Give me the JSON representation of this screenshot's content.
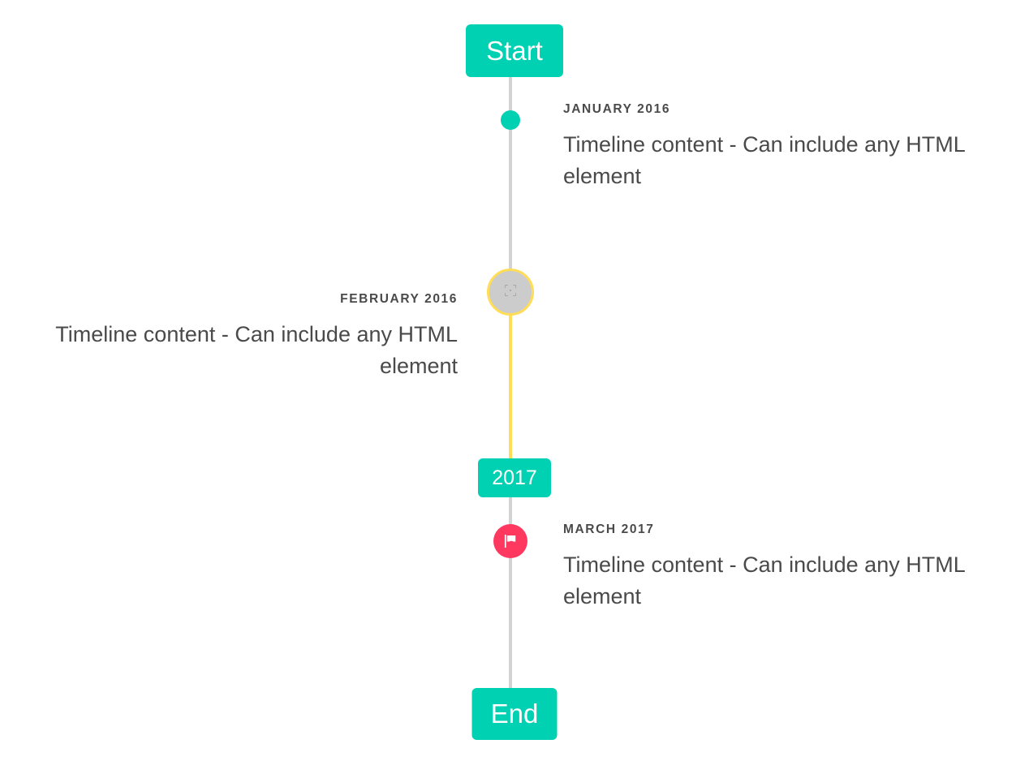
{
  "timeline": {
    "header_badge": {
      "label": "Start"
    },
    "mid_badge": {
      "label": "2017"
    },
    "footer_badge": {
      "label": "End"
    },
    "items": [
      {
        "heading": "JANUARY 2016",
        "body": "Timeline content - Can include any HTML element",
        "side": "right",
        "marker": "dot",
        "marker_color": "#00d1b2"
      },
      {
        "heading": "FEBRUARY 2016",
        "body": "Timeline content - Can include any HTML element",
        "side": "left",
        "marker": "broken-image",
        "marker_color": "#ffdd57"
      },
      {
        "heading": "MARCH 2017",
        "body": "Timeline content - Can include any HTML element",
        "side": "right",
        "marker": "flag-icon",
        "marker_color": "#ff3860"
      }
    ]
  },
  "colors": {
    "primary": "#00d1b2",
    "warning": "#ffdd57",
    "danger": "#ff3860",
    "rail": "#d3d3d3",
    "marker_fill": "#cccccc",
    "text": "#4a4a4a"
  }
}
